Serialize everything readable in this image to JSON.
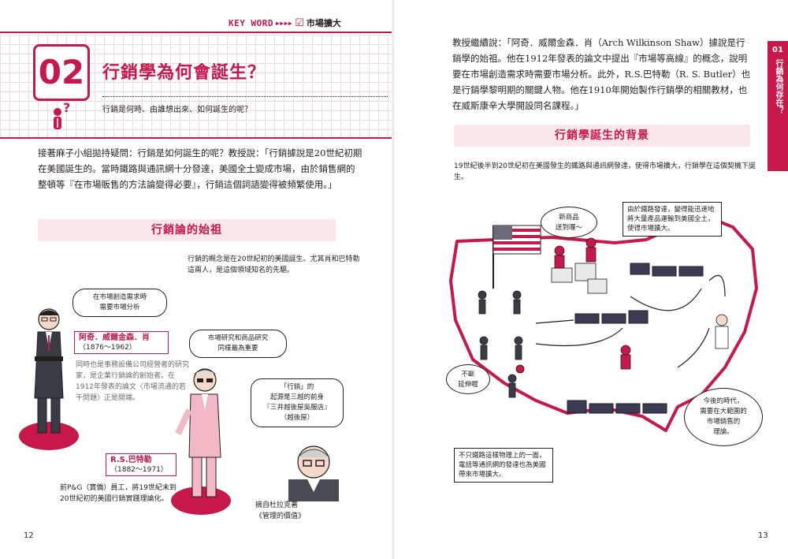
{
  "header": {
    "keyword_label": "KEY WORD",
    "keyword_arrows": "▶▶▶▶",
    "keyword_check": "☑",
    "keyword_title": "市場擴大"
  },
  "chapter": {
    "number": "02",
    "title": "行銷學為何會誕生？",
    "subtitle": "行銷是何時、由誰想出來、如何誕生的呢？"
  },
  "left": {
    "intro": "接著麻子小組拋持疑問：行銷是如何誕生的呢？教授說：「行銷據說是20世紀初期在美國誕生的。當時鐵路與通訊網十分發達，美國全土變成市場，由於銷售網的整頓等『在市場販售的方法論變得必要』，行銷這個詞語變得被頻繁使用。」",
    "section_title": "行銷論的始祖",
    "section_caption": "行銷的概念是在20世紀初的美國誕生。尤其肖和巴特勒這兩人，是這個領域知名的先驅。",
    "bubble_shaw": "在市場創造需求時\n需要市場分析",
    "shaw_name": "阿奇．威爾金森．肖",
    "shaw_years": "（1876～1962）",
    "shaw_desc": "同時也是事務設備公司經營者的研究家，是企業行銷論的創始者。在1912年發表的論文〈市場流通的若干問題〉正是開端。",
    "bubble_butler": "市場研究和商品研究\n同樣最為重要",
    "butler_name": "R.S.巴特勒",
    "butler_years": "（1882～1971）",
    "butler_desc": "前P&G（寶僑）員工，將19世紀末到20世紀初的美國行銷實踐理論化。",
    "bubble_drucker": "「行銷」的\n起源是三越的前身\n『三井越後屋吳服店』\n（越後屋）",
    "drucker_caption": "摘自杜拉克著\n《管理的價值》",
    "page_number": "12"
  },
  "right": {
    "intro": "教授繼續說：「阿奇．威爾金森．肖（Arch Wilkinson Shaw）據說是行銷學的始祖。他在1912年發表的論文中提出『市場等高線』的概念，說明要在市場創造需求時需要市場分析。此外，R.S.巴特勒（R. S. Butler）也是行銷學黎明期的關鍵人物。他在1910年開始製作行銷學的相關教材，也在威斯康辛大學開設同名課程。」",
    "section_title": "行銷學誕生的背景",
    "section_caption": "19世紀後半到20世紀初在美國發生的鐵路與通訊網發達，使得市場擴大，行銷學在這個契機下誕生。",
    "note_railway": "由於鐵路發達，變得能迅速地將大量產品運輸到美國全土，使得市場擴大。",
    "bubble_new_goods": "新商品\n送到囉～",
    "bubble_inconvenient": "不斷\n延伸喔",
    "bubble_future": "今後的時代，\n需要在大範圍的\n市場銷售的\n理論。",
    "note_telephone": "不只鐵路這樣物理上的一面，電話等通訊網的發達也為美國帶來市場擴大。",
    "page_number": "13"
  },
  "side_tab": {
    "number": "01",
    "text": "行銷為何存在？"
  },
  "colors": {
    "accent": "#c8174a",
    "accent_light": "#fbe6ec",
    "ink": "#231f20"
  }
}
